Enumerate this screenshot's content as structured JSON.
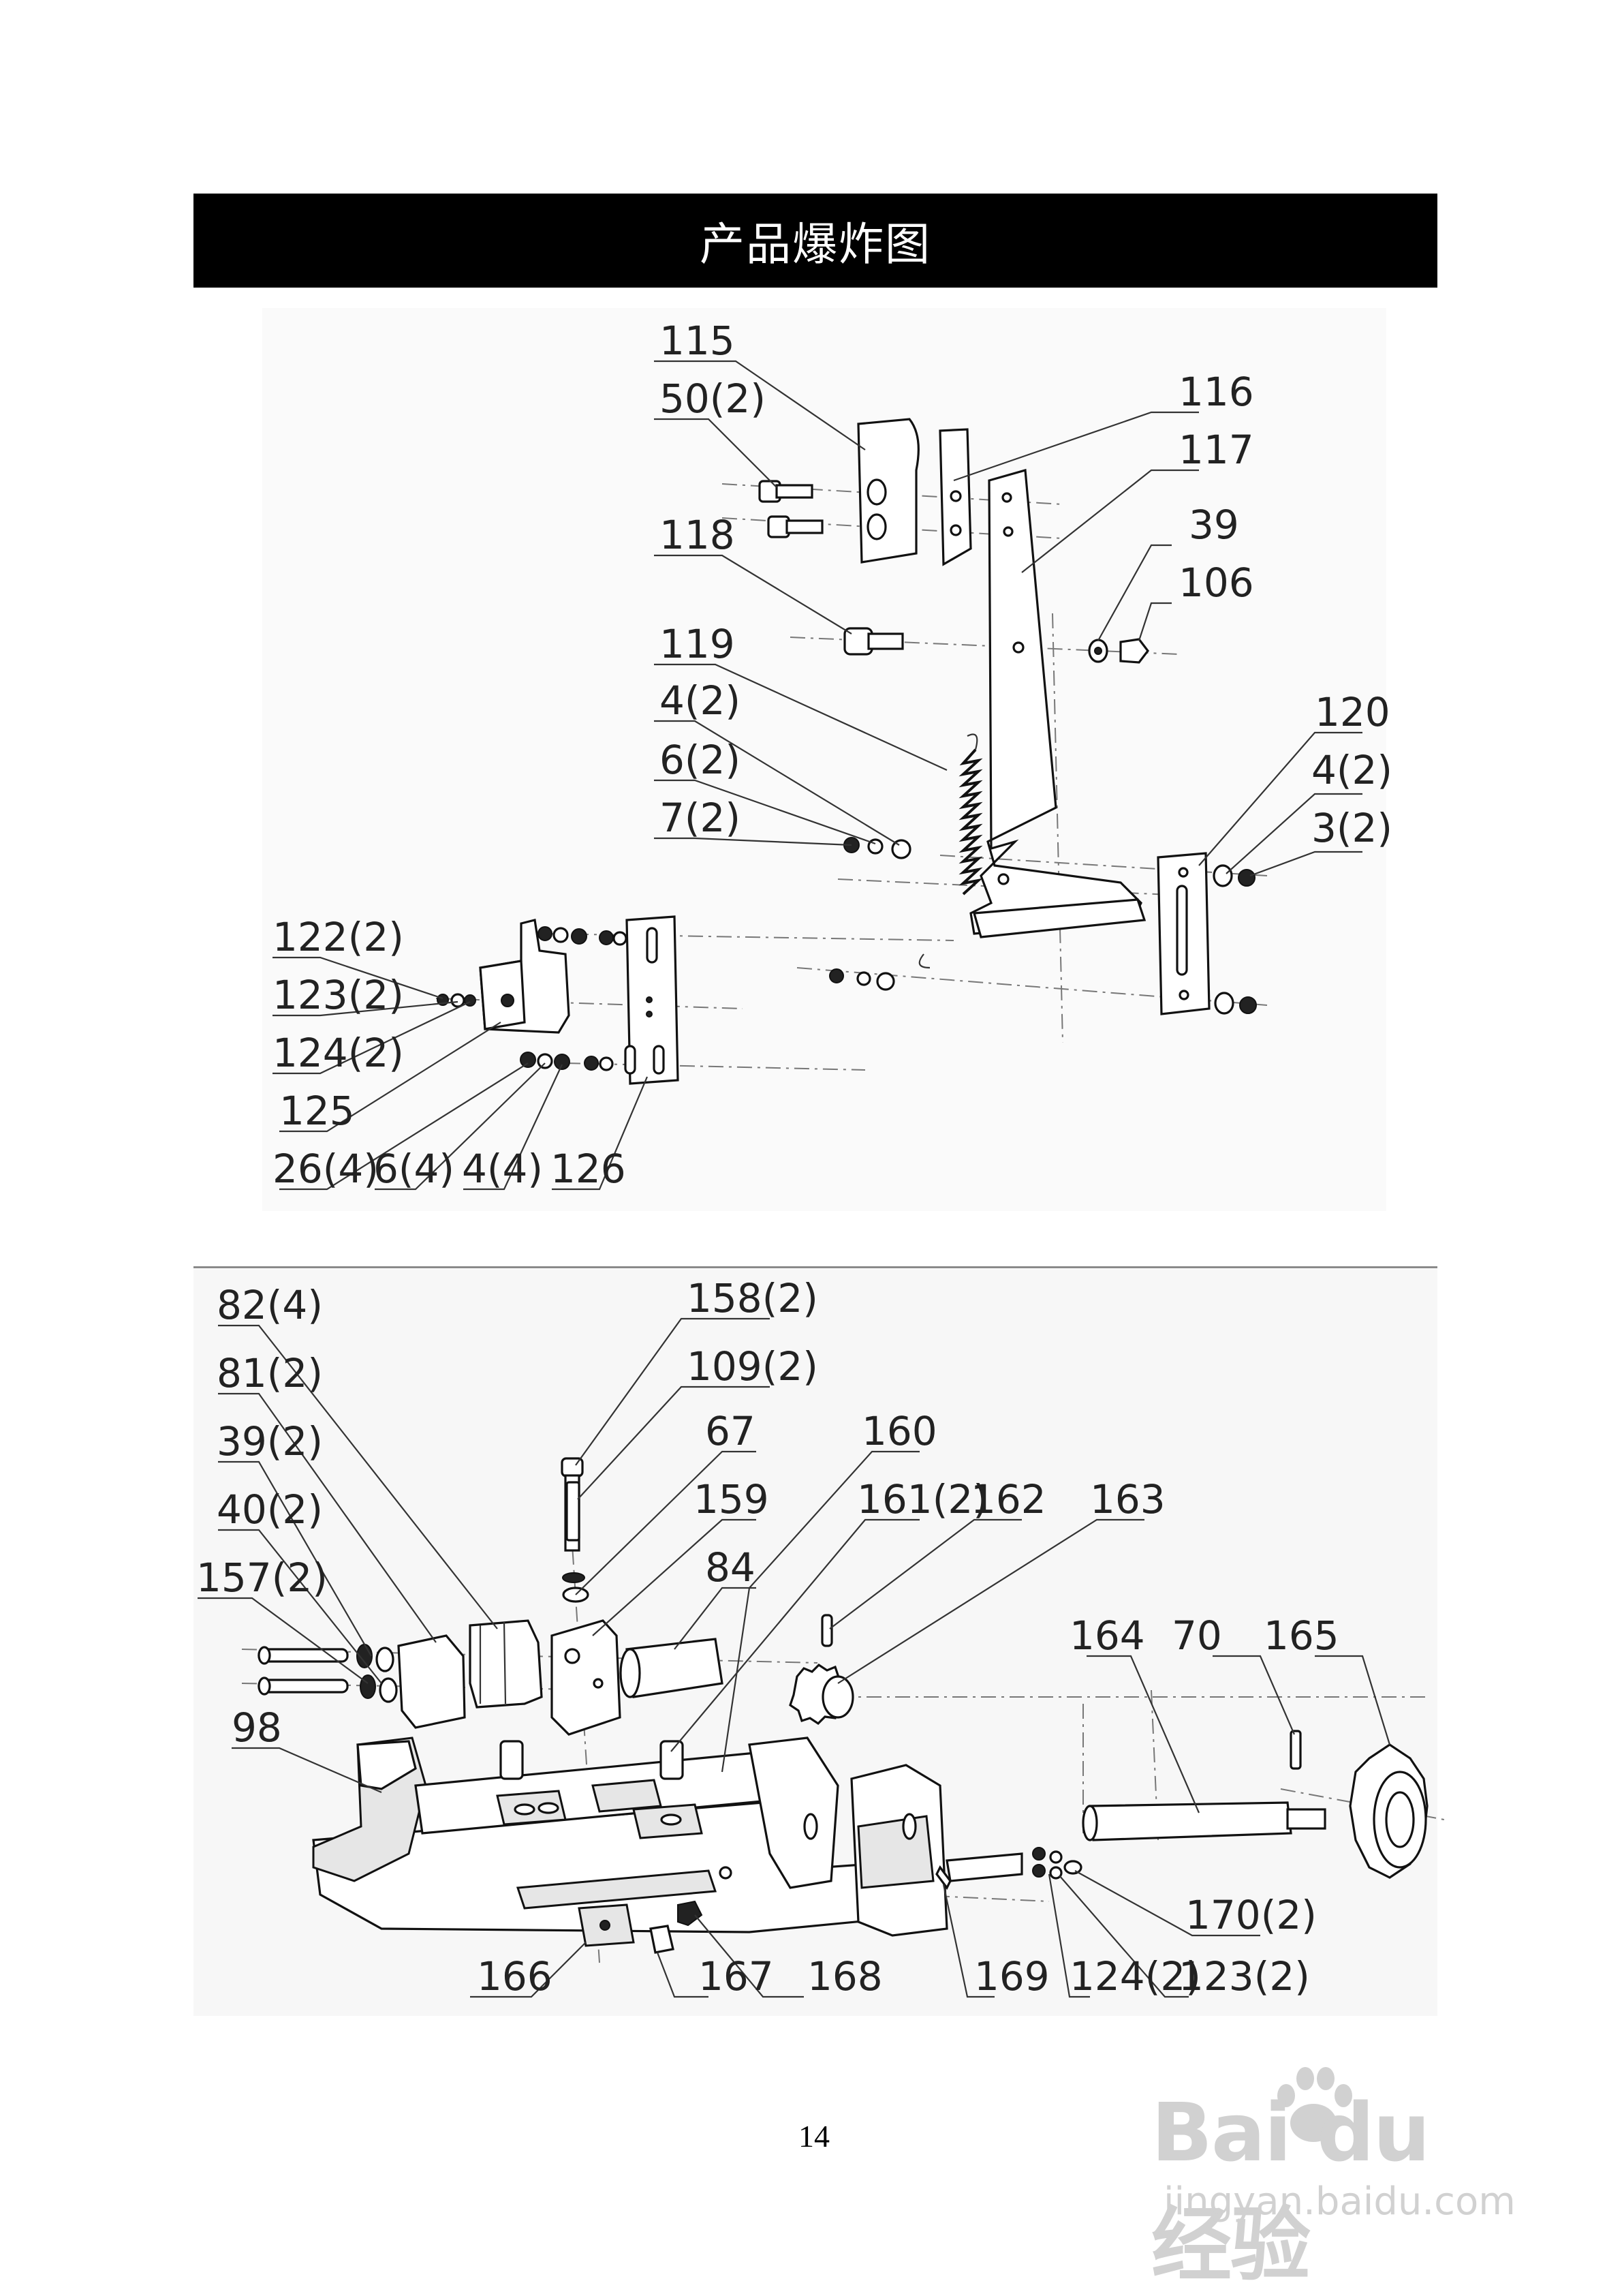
{
  "header": {
    "title": "产品爆炸图"
  },
  "top_diagram": {
    "labels": {
      "l115": "115",
      "l50": "50(2)",
      "l116": "116",
      "l117": "117",
      "l118": "118",
      "l39": "39",
      "l106": "106",
      "l119": "119",
      "l4a": "4(2)",
      "l6a": "6(2)",
      "l7": "7(2)",
      "l120": "120",
      "l4b": "4(2)",
      "l3": "3(2)",
      "l122": "122(2)",
      "l123": "123(2)",
      "l124": "124(2)",
      "l125": "125",
      "l26": "26(4)",
      "l6b": "6(4)",
      "l4c": "4(4)",
      "l126": "126"
    }
  },
  "bottom_diagram": {
    "labels": {
      "l82": "82(4)",
      "l81": "81(2)",
      "l39": "39(2)",
      "l40": "40(2)",
      "l157": "157(2)",
      "l98": "98",
      "l158": "158(2)",
      "l109": "109(2)",
      "l67": "67",
      "l159": "159",
      "l84": "84",
      "l160": "160",
      "l161": "161(2)",
      "l162": "162",
      "l163": "163",
      "l164": "164",
      "l70": "70",
      "l165": "165",
      "l166": "166",
      "l167": "167",
      "l168": "168",
      "l169": "169",
      "l124": "124(2)",
      "l123": "123(2)",
      "l170": "170(2)"
    }
  },
  "footer": {
    "page_number": "14"
  },
  "watermark": {
    "brand": "Bai du 经验",
    "url": "jingyan.baidu.com"
  }
}
